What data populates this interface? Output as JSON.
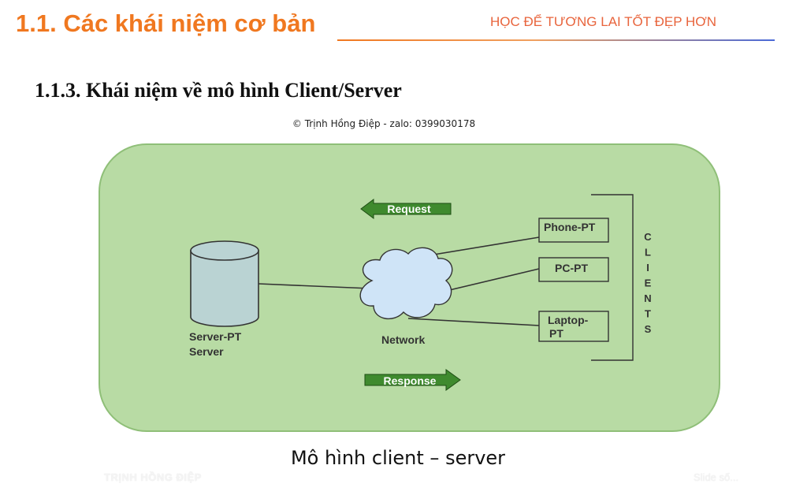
{
  "header": {
    "title": "1.1. Các khái niệm cơ bản",
    "slogan": "HỌC ĐỂ TƯƠNG LAI TỐT ĐẸP HƠN"
  },
  "section": {
    "title": "1.1.3. Khái niệm về mô hình Client/Server",
    "copyright": "© Trịnh Hồng Điệp - zalo: 0399030178"
  },
  "diagram": {
    "colors": {
      "background": "#b8dba4",
      "border": "#8fbf78",
      "server_fill": "#bad3d3",
      "cloud_fill": "#cfe4f7",
      "arrow_fill": "#3f8a2e"
    },
    "server": {
      "line1": "Server-PT",
      "line2": "Server"
    },
    "network": "Network",
    "request": "Request",
    "response": "Response",
    "clients": {
      "label": "CLIENTS",
      "items": [
        {
          "line1": "Phone-PT",
          "line2": ""
        },
        {
          "line1": "PC-PT",
          "line2": ""
        },
        {
          "line1": "Laptop-",
          "line2": "PT"
        }
      ]
    }
  },
  "caption": "Mô hình client – server",
  "footer": {
    "left": "TRỊNH HỒNG ĐIỆP",
    "right": "Slide số..."
  }
}
